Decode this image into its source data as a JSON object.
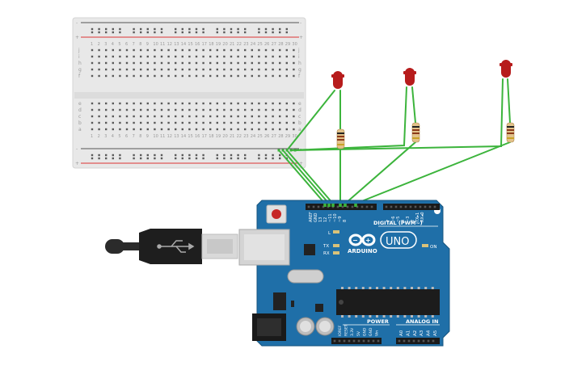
{
  "breadboard": {
    "columns": 30,
    "rail_plus": "+",
    "rail_minus": "-",
    "rows_top": [
      "j",
      "i",
      "h",
      "g",
      "f"
    ],
    "rows_bottom": [
      "e",
      "d",
      "c",
      "b",
      "a"
    ],
    "column_label_values": [
      1,
      2,
      3,
      4,
      5,
      6,
      7,
      8,
      9,
      10,
      11,
      12,
      13,
      14,
      15,
      16,
      17,
      18,
      19,
      20,
      21,
      22,
      23,
      24,
      25,
      26,
      27,
      28,
      29,
      30
    ]
  },
  "leds": [
    {
      "name": "led-1",
      "color": "#b71c1c"
    },
    {
      "name": "led-2",
      "color": "#b71c1c"
    },
    {
      "name": "led-3",
      "color": "#b71c1c"
    }
  ],
  "wire_color": "#3cb43c",
  "arduino": {
    "board_color": "#1f6fa8",
    "logo_text": "ARDUINO",
    "model": "UNO",
    "digital_label": "DIGITAL (PWM~)",
    "power_label": "POWER",
    "analog_label": "ANALOG IN",
    "on_label": "ON",
    "led_l": "L",
    "led_tx": "TX",
    "led_rx": "RX",
    "top_pin_labels": [
      "AREF",
      "GND",
      "13",
      "12",
      "~11",
      "~10",
      "~9",
      "8",
      "7",
      "~6",
      "~5",
      "4",
      "~3",
      "2",
      "TX▸1",
      "RX◂0"
    ],
    "power_pin_labels": [
      "IOREF",
      "RESET",
      "3.3V",
      "5V",
      "GND",
      "GND",
      "Vin"
    ],
    "analog_pin_labels": [
      "A0",
      "A1",
      "A2",
      "A3",
      "A4",
      "A5"
    ]
  }
}
